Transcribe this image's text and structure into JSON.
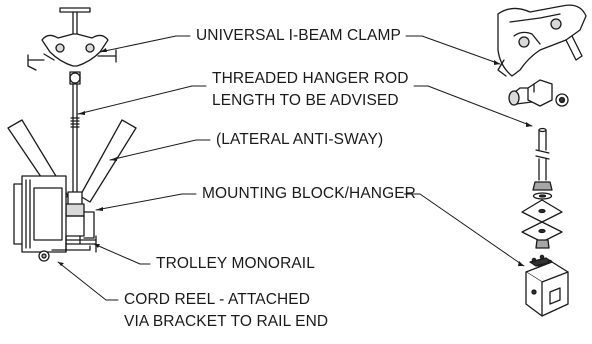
{
  "labels": {
    "universal_clamp": "UNIVERSAL I-BEAM CLAMP",
    "threaded_rod_line1": "THREADED HANGER ROD",
    "threaded_rod_line2": "LENGTH TO BE ADVISED",
    "anti_sway": "(LATERAL ANTI-SWAY)",
    "mounting_block": "MOUNTING BLOCK/HANGER",
    "trolley_monorail": "TROLLEY MONORAIL",
    "cord_reel_line1": "CORD REEL - ATTACHED",
    "cord_reel_line2": "VIA BRACKET TO RAIL END"
  },
  "colors": {
    "line": "#1a1a1a",
    "fill_light": "#d9d9d9",
    "fill_mid": "#a6a6a6",
    "fill_dark": "#333333"
  }
}
